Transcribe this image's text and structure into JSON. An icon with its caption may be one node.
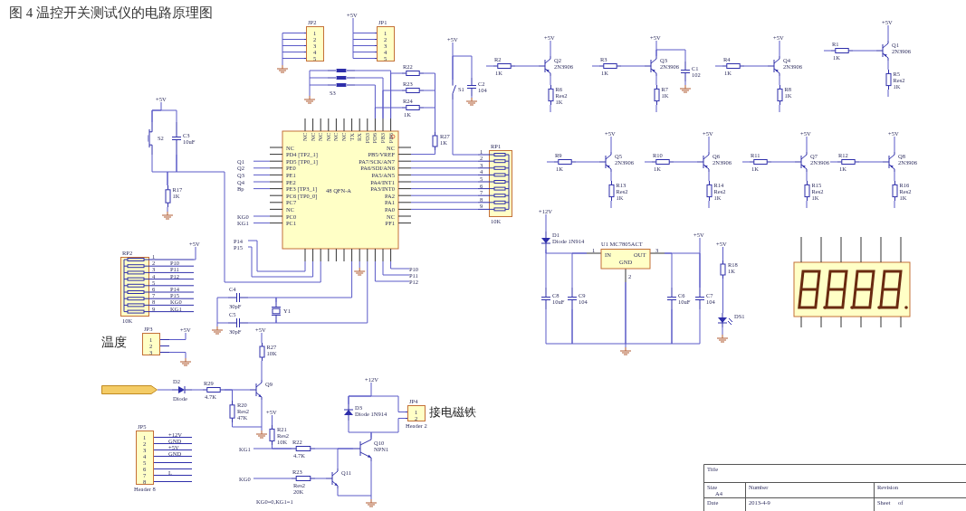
{
  "diagram": {
    "title": "图 4 温控开关测试仪的电路原理图",
    "nodes": [
      {
        "text": [
          "JP2",
          "1",
          "2",
          "3",
          "4",
          "5"
        ]
      },
      {
        "text": [
          "JP1",
          "1",
          "2",
          "3",
          "4",
          "5"
        ]
      },
      {
        "text": [
          "S3"
        ]
      },
      {
        "text": [
          "R22"
        ]
      },
      {
        "text": [
          "R23"
        ]
      },
      {
        "text": [
          "R24",
          "1K"
        ]
      },
      {
        "text": [
          "S1"
        ]
      },
      {
        "text": [
          "C2",
          "104"
        ]
      },
      {
        "text": [
          "S2"
        ]
      },
      {
        "text": [
          "C3",
          "10uF"
        ]
      },
      {
        "text": [
          "R17",
          "1K"
        ]
      },
      {
        "text": [
          "48 QFN-A",
          "NC",
          "PD4 [TP2_1]",
          "PD5 [TP0_1]",
          "PE0",
          "PE1",
          "PE2",
          "PE3 [TP3_1]",
          "PC6 [TP0_0]",
          "PC7",
          "NC",
          "PC0",
          "PC1",
          "NC",
          "PB5/VREF",
          "PA7/SCK/AN7",
          "PA6/SDI/AN6",
          "PA5/AN5",
          "PA4/INT1",
          "PA3/INT0",
          "PA2",
          "PA1",
          "PA0",
          "NC",
          "PF1",
          "NC",
          "NC",
          "NC",
          "NC",
          "NC",
          "NC",
          "TX",
          "RX",
          "PD3",
          "PD6",
          "PB3",
          "PB6"
        ]
      },
      {
        "text": [
          "R27",
          "1K"
        ]
      },
      {
        "text": [
          "RP1",
          "1",
          "2",
          "3",
          "4",
          "5",
          "6",
          "7",
          "8",
          "9",
          "10K"
        ]
      },
      {
        "text": [
          "R2",
          "1K"
        ]
      },
      {
        "text": [
          "Q2",
          "2N3906"
        ]
      },
      {
        "text": [
          "R6",
          "Res2",
          "1K"
        ]
      },
      {
        "text": [
          "R3",
          "1K"
        ]
      },
      {
        "text": [
          "Q3",
          "2N3906"
        ]
      },
      {
        "text": [
          "C1",
          "102"
        ]
      },
      {
        "text": [
          "R7",
          "1K"
        ]
      },
      {
        "text": [
          "R4",
          "1K"
        ]
      },
      {
        "text": [
          "Q4",
          "2N3906"
        ]
      },
      {
        "text": [
          "R8",
          "1K"
        ]
      },
      {
        "text": [
          "R1",
          "1K"
        ]
      },
      {
        "text": [
          "Q1",
          "2N3906"
        ]
      },
      {
        "text": [
          "R5",
          "Res2",
          "1K"
        ]
      },
      {
        "text": [
          "R9",
          "1K"
        ]
      },
      {
        "text": [
          "Q5",
          "2N3906"
        ]
      },
      {
        "text": [
          "R13",
          "Res2",
          "1K"
        ]
      },
      {
        "text": [
          "R10",
          "1K"
        ]
      },
      {
        "text": [
          "Q6",
          "2N3906"
        ]
      },
      {
        "text": [
          "R14",
          "Res2",
          "1K"
        ]
      },
      {
        "text": [
          "R11",
          "1K"
        ]
      },
      {
        "text": [
          "Q7",
          "2N3906"
        ]
      },
      {
        "text": [
          "R15",
          "Res2",
          "1K"
        ]
      },
      {
        "text": [
          "R12",
          "1K"
        ]
      },
      {
        "text": [
          "Q8",
          "2N3906"
        ]
      },
      {
        "text": [
          "R16",
          "Res2",
          "1K"
        ]
      },
      {
        "text": [
          "D1",
          "Diode 1N914"
        ]
      },
      {
        "text": [
          "U1 MC7805ACT",
          "IN",
          "OUT",
          "GND",
          "1",
          "3",
          "2"
        ]
      },
      {
        "text": [
          "C8",
          "10uF"
        ]
      },
      {
        "text": [
          "C9",
          "104"
        ]
      },
      {
        "text": [
          "C6",
          "10uF"
        ]
      },
      {
        "text": [
          "C7",
          "104"
        ]
      },
      {
        "text": [
          "R18",
          "1K"
        ]
      },
      {
        "text": [
          "DS1"
        ]
      },
      {
        "text": [],
        "shape": "box"
      },
      {
        "text": [
          "RP2",
          "1",
          "2",
          "3",
          "4",
          "5",
          "6",
          "7",
          "8",
          "9",
          "10K",
          "P10",
          "P11",
          "P12",
          "P14",
          "P15",
          "KG0",
          "KG1"
        ]
      },
      {
        "text": [
          "JP3",
          "1",
          "2",
          "3"
        ],
        "beside": [
          "温度"
        ]
      },
      {
        "text": [
          "C4",
          "30pF"
        ]
      },
      {
        "text": [
          "C5",
          "30pF"
        ]
      },
      {
        "text": [
          "Y1"
        ]
      },
      {
        "text": [
          "R27",
          "10K"
        ]
      },
      {
        "text": [],
        "shape": "box"
      },
      {
        "text": [
          "D2",
          "Diode"
        ]
      },
      {
        "text": [
          "R29",
          "4.7K"
        ]
      },
      {
        "text": [
          "R20",
          "Res2",
          "47K"
        ]
      },
      {
        "text": [
          "Q9"
        ]
      },
      {
        "text": [
          "JP5",
          "1",
          "2",
          "3",
          "4",
          "5",
          "6",
          "7",
          "8",
          "Header 8",
          "+12V",
          "GND",
          "+5V",
          "GND",
          "L"
        ]
      },
      {
        "text": [
          "D3",
          "Diode 1N914"
        ]
      },
      {
        "text": [
          "JP4",
          "1",
          "2",
          "Header 2"
        ],
        "beside": [
          "接电磁铁"
        ]
      },
      {
        "text": [
          "R21",
          "Res2",
          "10K"
        ]
      },
      {
        "text": [
          "R22",
          "4.7K"
        ]
      },
      {
        "text": [
          "R23",
          "Res2",
          "20K"
        ]
      },
      {
        "text": [
          "Q10",
          "NPN1"
        ]
      },
      {
        "text": [
          "Q11"
        ]
      },
      {
        "text": [
          "Q1"
        ]
      },
      {
        "text": [
          "Q2"
        ]
      },
      {
        "text": [
          "Q3"
        ]
      },
      {
        "text": [
          "Q4"
        ]
      },
      {
        "text": [
          "Bp"
        ]
      },
      {
        "text": [
          "KG0"
        ]
      },
      {
        "text": [
          "KG1"
        ]
      },
      {
        "text": [
          "P14"
        ]
      },
      {
        "text": [
          "P15"
        ]
      },
      {
        "text": [
          "P10"
        ]
      },
      {
        "text": [
          "P11"
        ]
      },
      {
        "text": [
          "P12"
        ]
      },
      {
        "text": [
          "KG1"
        ]
      },
      {
        "text": [
          "KG0"
        ]
      },
      {
        "text": [
          "+5V"
        ]
      },
      {
        "text": [
          "+5V"
        ]
      },
      {
        "text": [
          "+5V"
        ]
      },
      {
        "text": [
          "+5V"
        ]
      },
      {
        "text": [
          "+5V"
        ]
      },
      {
        "text": [
          "+5V"
        ]
      },
      {
        "text": [
          "+5V"
        ]
      },
      {
        "text": [
          "+5V"
        ]
      },
      {
        "text": [
          "+5V"
        ]
      },
      {
        "text": [
          "+5V"
        ]
      },
      {
        "text": [
          "+5V"
        ]
      },
      {
        "text": [
          "+12V"
        ]
      },
      {
        "text": [
          "+5V"
        ]
      },
      {
        "text": [
          "+5V"
        ]
      },
      {
        "text": [
          "+5V"
        ]
      },
      {
        "text": [
          "+5V"
        ]
      },
      {
        "text": [
          "+5V"
        ]
      },
      {
        "text": [
          "+12V"
        ]
      },
      {
        "text": [
          "+5V"
        ]
      }
    ],
    "edges": [
      {
        "from": 2,
        "to": 11,
        "arrow": "none"
      },
      {
        "from": 2,
        "to": 11,
        "arrow": "none"
      },
      {
        "from": 2,
        "to": 11,
        "arrow": "none"
      },
      {
        "from": 3,
        "to": 11,
        "arrow": "none"
      },
      {
        "from": 4,
        "to": 11,
        "arrow": "none"
      },
      {
        "from": 5,
        "to": 11,
        "arrow": "none"
      },
      {
        "from": 3,
        "to": 12,
        "arrow": "none"
      },
      {
        "from": 4,
        "to": 12,
        "arrow": "none"
      },
      {
        "from": 5,
        "to": 12,
        "arrow": "none"
      },
      {
        "from": 12,
        "to": 11,
        "arrow": "none"
      },
      {
        "from": 6,
        "to": 7,
        "arrow": "none"
      },
      {
        "from": 6,
        "to": 13,
        "arrow": "none"
      },
      {
        "from": 11,
        "to": 13,
        "arrow": "none"
      },
      {
        "from": 11,
        "to": 13,
        "arrow": "none"
      },
      {
        "from": 11,
        "to": 13,
        "arrow": "none"
      },
      {
        "from": 11,
        "to": 13,
        "arrow": "none"
      },
      {
        "from": 11,
        "to": 13,
        "arrow": "none"
      },
      {
        "from": 11,
        "to": 13,
        "arrow": "none"
      },
      {
        "from": 11,
        "to": 13,
        "arrow": "none"
      },
      {
        "from": 11,
        "to": 13,
        "arrow": "none"
      },
      {
        "from": 8,
        "to": 9,
        "arrow": "none"
      },
      {
        "from": 8,
        "to": 10,
        "arrow": "none"
      },
      {
        "from": 9,
        "to": 10,
        "arrow": "none"
      },
      {
        "from": 9,
        "to": 11,
        "arrow": "none"
      },
      {
        "from": 50,
        "to": 52,
        "arrow": "none"
      },
      {
        "from": 51,
        "to": 52,
        "arrow": "none"
      },
      {
        "from": 52,
        "to": 11,
        "arrow": "none"
      },
      {
        "from": 52,
        "to": 11,
        "arrow": "none"
      },
      {
        "from": 50,
        "to": 51,
        "arrow": "none"
      },
      {
        "from": 53,
        "to": 58,
        "arrow": "none"
      },
      {
        "from": 54,
        "to": 55,
        "arrow": "none"
      },
      {
        "from": 55,
        "to": 56,
        "arrow": "none"
      },
      {
        "from": 56,
        "to": 58,
        "arrow": "none"
      },
      {
        "from": 56,
        "to": 57,
        "arrow": "none"
      },
      {
        "from": 57,
        "to": 58,
        "arrow": "none"
      },
      {
        "from": 60,
        "to": 61,
        "arrow": "none"
      },
      {
        "from": 65,
        "to": 60,
        "arrow": "none"
      },
      {
        "from": 65,
        "to": 61,
        "arrow": "none"
      },
      {
        "from": 62,
        "to": 63,
        "arrow": "none"
      },
      {
        "from": 63,
        "to": 65,
        "arrow": "none"
      },
      {
        "from": 64,
        "to": 66,
        "arrow": "none"
      },
      {
        "from": 66,
        "to": 65,
        "arrow": "none"
      },
      {
        "from": 66,
        "to": 65,
        "arrow": "none"
      },
      {
        "from": 14,
        "to": 15,
        "arrow": "none"
      },
      {
        "from": 15,
        "to": 16,
        "arrow": "none"
      },
      {
        "from": 17,
        "to": 18,
        "arrow": "none"
      },
      {
        "from": 18,
        "to": 20,
        "arrow": "none"
      },
      {
        "from": 21,
        "to": 22,
        "arrow": "none"
      },
      {
        "from": 22,
        "to": 23,
        "arrow": "none"
      },
      {
        "from": 24,
        "to": 25,
        "arrow": "none"
      },
      {
        "from": 25,
        "to": 26,
        "arrow": "none"
      },
      {
        "from": 27,
        "to": 28,
        "arrow": "none"
      },
      {
        "from": 28,
        "to": 29,
        "arrow": "none"
      },
      {
        "from": 30,
        "to": 31,
        "arrow": "none"
      },
      {
        "from": 31,
        "to": 32,
        "arrow": "none"
      },
      {
        "from": 33,
        "to": 34,
        "arrow": "none"
      },
      {
        "from": 34,
        "to": 35,
        "arrow": "none"
      },
      {
        "from": 36,
        "to": 37,
        "arrow": "none"
      },
      {
        "from": 37,
        "to": 38,
        "arrow": "none"
      },
      {
        "from": 18,
        "to": 19,
        "arrow": "none"
      },
      {
        "from": 39,
        "to": 40,
        "arrow": "none"
      },
      {
        "from": 39,
        "to": 41,
        "arrow": "none"
      },
      {
        "from": 42,
        "to": 40,
        "arrow": "none"
      },
      {
        "from": 40,
        "to": 43,
        "arrow": "none"
      },
      {
        "from": 40,
        "to": 44,
        "arrow": "none"
      },
      {
        "from": 41,
        "to": 42,
        "arrow": "none"
      },
      {
        "from": 42,
        "to": 40,
        "arrow": "none"
      },
      {
        "from": 40,
        "to": 43,
        "arrow": "none"
      },
      {
        "from": 43,
        "to": 44,
        "arrow": "none"
      },
      {
        "from": 45,
        "to": 46,
        "arrow": "none"
      },
      {
        "from": 11,
        "to": 67,
        "arrow": "none"
      },
      {
        "from": 11,
        "to": 68,
        "arrow": "none"
      },
      {
        "from": 11,
        "to": 69,
        "arrow": "none"
      },
      {
        "from": 11,
        "to": 70,
        "arrow": "none"
      },
      {
        "from": 11,
        "to": 71,
        "arrow": "none"
      },
      {
        "from": 11,
        "to": 72,
        "arrow": "none"
      },
      {
        "from": 11,
        "to": 73,
        "arrow": "none"
      },
      {
        "from": 11,
        "to": 74,
        "arrow": "none"
      },
      {
        "from": 11,
        "to": 75,
        "arrow": "none"
      },
      {
        "from": 11,
        "to": 76,
        "arrow": "none"
      },
      {
        "from": 11,
        "to": 77,
        "arrow": "none"
      },
      {
        "from": 11,
        "to": 78,
        "arrow": "none"
      },
      {
        "from": 79,
        "to": 63,
        "arrow": "none"
      },
      {
        "from": 80,
        "to": 64,
        "arrow": "none"
      },
      {
        "from": 81,
        "to": 1,
        "arrow": "none"
      },
      {
        "from": 82,
        "to": 25,
        "arrow": "none"
      },
      {
        "from": 83,
        "to": 6,
        "arrow": "none"
      },
      {
        "from": 84,
        "to": 15,
        "arrow": "none"
      },
      {
        "from": 85,
        "to": 18,
        "arrow": "none"
      },
      {
        "from": 86,
        "to": 22,
        "arrow": "none"
      },
      {
        "from": 87,
        "to": 8,
        "arrow": "none"
      },
      {
        "from": 88,
        "to": 28,
        "arrow": "none"
      },
      {
        "from": 89,
        "to": 31,
        "arrow": "none"
      },
      {
        "from": 90,
        "to": 34,
        "arrow": "none"
      },
      {
        "from": 91,
        "to": 37,
        "arrow": "none"
      },
      {
        "from": 92,
        "to": 39,
        "arrow": "none"
      },
      {
        "from": 93,
        "to": 44,
        "arrow": "none"
      },
      {
        "from": 94,
        "to": 48,
        "arrow": "none"
      },
      {
        "from": 95,
        "to": 45,
        "arrow": "none"
      },
      {
        "from": 96,
        "to": 49,
        "arrow": "none"
      },
      {
        "from": 97,
        "to": 53,
        "arrow": "none"
      },
      {
        "from": 98,
        "to": 60,
        "arrow": "none"
      },
      {
        "from": 99,
        "to": 62,
        "arrow": "none"
      }
    ],
    "labels": [
      "Title",
      "Size",
      "Number",
      "Revision",
      "A4",
      "KG0=0,KG1=1",
      "Date",
      "2013-4-9",
      "Sheet",
      "of"
    ]
  }
}
